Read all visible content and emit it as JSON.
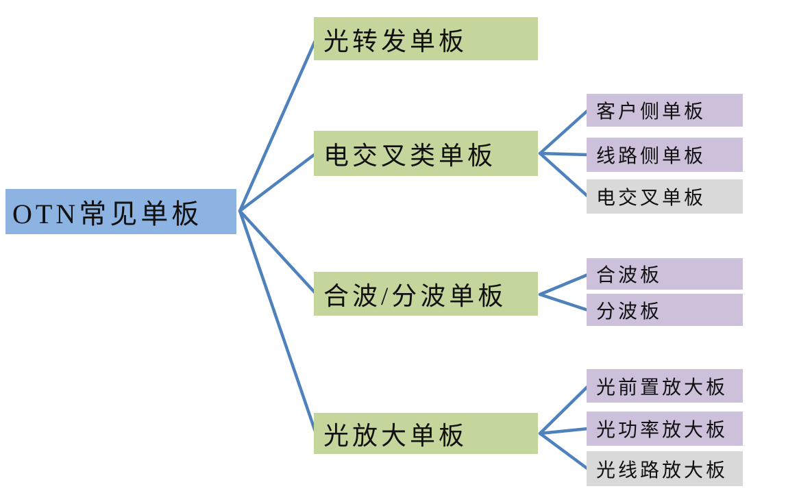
{
  "diagram": {
    "title": "OTN common boards mind map",
    "root": {
      "label": "OTN常见单板"
    },
    "branches": [
      {
        "label": "光转发单板",
        "children": []
      },
      {
        "label": "电交叉类单板",
        "children": [
          {
            "label": "客户侧单板",
            "variant": "purple"
          },
          {
            "label": "线路侧单板",
            "variant": "purple"
          },
          {
            "label": "电交叉单板",
            "variant": "gray"
          }
        ]
      },
      {
        "label": "合波/分波单板",
        "children": [
          {
            "label": "合波板",
            "variant": "purple"
          },
          {
            "label": "分波板",
            "variant": "purple"
          }
        ]
      },
      {
        "label": "光放大单板",
        "children": [
          {
            "label": "光前置放大板",
            "variant": "purple"
          },
          {
            "label": "光功率放大板",
            "variant": "purple"
          },
          {
            "label": "光线路放大板",
            "variant": "gray"
          }
        ]
      }
    ],
    "colors": {
      "root_bg": "#8DB3E2",
      "branch_bg": "#C4D69B",
      "child_purple_bg": "#CCC0DA",
      "child_gray_bg": "#D9D9D9",
      "line": "#4F81BD",
      "text": "#111111"
    }
  }
}
